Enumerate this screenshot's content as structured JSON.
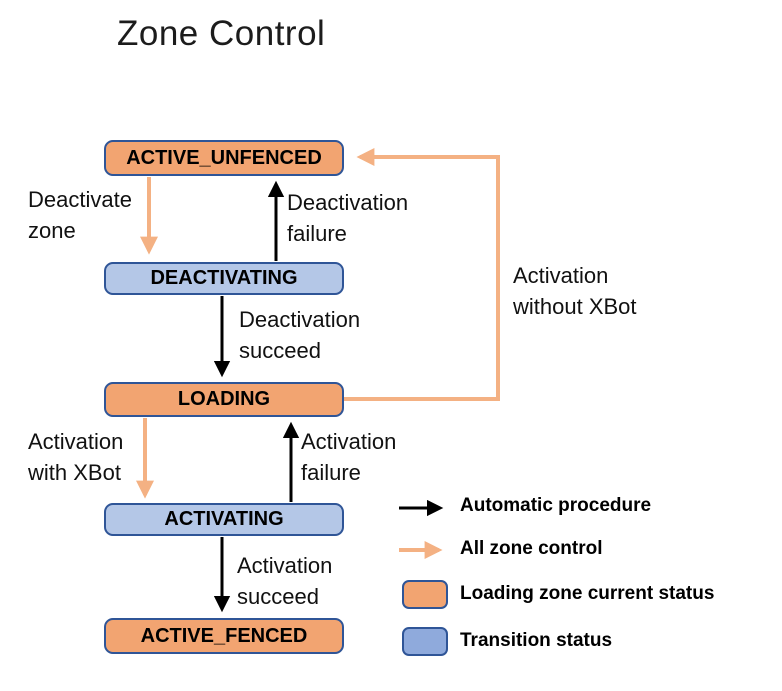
{
  "title": "Zone Control",
  "colors": {
    "status_box_fill": "#F2A471",
    "transition_box_fill": "#B4C7E7",
    "legend_transition_fill": "#8FAADC",
    "box_border": "#2F5597",
    "zone_control_arrow": "#F4B183",
    "automatic_arrow": "#000000"
  },
  "states": [
    {
      "label": "ACTIVE_UNFENCED",
      "type": "loading-zone-current-status"
    },
    {
      "label": "DEACTIVATING",
      "type": "transition-status"
    },
    {
      "label": "LOADING",
      "type": "loading-zone-current-status"
    },
    {
      "label": "ACTIVATING",
      "type": "transition-status"
    },
    {
      "label": "ACTIVE_FENCED",
      "type": "loading-zone-current-status"
    }
  ],
  "transitions": [
    {
      "label": "Deactivate\nzone",
      "from": "ACTIVE_UNFENCED",
      "to": "DEACTIVATING",
      "kind": "all-zone-control"
    },
    {
      "label": "Deactivation\nfailure",
      "from": "DEACTIVATING",
      "to": "ACTIVE_UNFENCED",
      "kind": "automatic-procedure"
    },
    {
      "label": "Deactivation\nsucceed",
      "from": "DEACTIVATING",
      "to": "LOADING",
      "kind": "automatic-procedure"
    },
    {
      "label": "Activation\nwithout XBot",
      "from": "LOADING",
      "to": "ACTIVE_UNFENCED",
      "kind": "all-zone-control"
    },
    {
      "label": "Activation\nwith XBot",
      "from": "LOADING",
      "to": "ACTIVATING",
      "kind": "all-zone-control"
    },
    {
      "label": "Activation\nfailure",
      "from": "ACTIVATING",
      "to": "LOADING",
      "kind": "automatic-procedure"
    },
    {
      "label": "Activation\nsucceed",
      "from": "ACTIVATING",
      "to": "ACTIVE_FENCED",
      "kind": "automatic-procedure"
    }
  ],
  "legend": [
    {
      "symbol": "black-arrow",
      "label": "Automatic procedure"
    },
    {
      "symbol": "orange-arrow",
      "label": "All zone control"
    },
    {
      "symbol": "orange-box",
      "label": "Loading zone current status"
    },
    {
      "symbol": "blue-box",
      "label": "Transition status"
    }
  ]
}
